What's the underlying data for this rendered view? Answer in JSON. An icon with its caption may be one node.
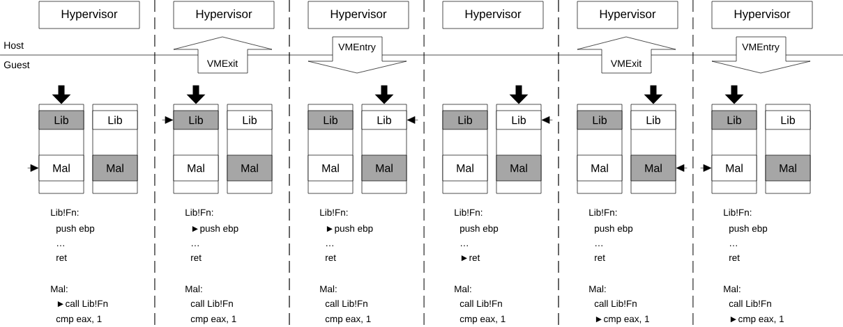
{
  "diagram": {
    "nodes": [
      {
        "text": [
          "Hypervisor"
        ]
      },
      {
        "text": [],
        "shape": "box"
      },
      {
        "text": [
          "Lib"
        ],
        "in": 1
      },
      {
        "text": [
          "Mal"
        ],
        "in": 1
      },
      {
        "text": [],
        "shape": "box"
      },
      {
        "text": [
          "Lib"
        ],
        "in": 4
      },
      {
        "text": [
          "Mal"
        ],
        "in": 4
      },
      {
        "text": [
          "Hypervisor"
        ]
      },
      {
        "text": [
          "VMExit"
        ]
      },
      {
        "text": [],
        "shape": "box"
      },
      {
        "text": [
          "Lib"
        ],
        "in": 9
      },
      {
        "text": [
          "Mal"
        ],
        "in": 9
      },
      {
        "text": [],
        "shape": "box"
      },
      {
        "text": [
          "Lib"
        ],
        "in": 12
      },
      {
        "text": [
          "Mal"
        ],
        "in": 12
      },
      {
        "text": [
          "Hypervisor"
        ]
      },
      {
        "text": [
          "VMEntry"
        ]
      },
      {
        "text": [],
        "shape": "box"
      },
      {
        "text": [
          "Lib"
        ],
        "in": 17
      },
      {
        "text": [
          "Mal"
        ],
        "in": 17
      },
      {
        "text": [],
        "shape": "box"
      },
      {
        "text": [
          "Lib"
        ],
        "in": 20
      },
      {
        "text": [
          "Mal"
        ],
        "in": 20
      },
      {
        "text": [
          "Hypervisor"
        ]
      },
      {
        "text": [],
        "shape": "box"
      },
      {
        "text": [
          "Lib"
        ],
        "in": 24
      },
      {
        "text": [
          "Mal"
        ],
        "in": 24
      },
      {
        "text": [],
        "shape": "box"
      },
      {
        "text": [
          "Lib"
        ],
        "in": 27
      },
      {
        "text": [
          "Mal"
        ],
        "in": 27
      },
      {
        "text": [
          "Hypervisor"
        ]
      },
      {
        "text": [
          "VMExit"
        ]
      },
      {
        "text": [],
        "shape": "box"
      },
      {
        "text": [
          "Lib"
        ],
        "in": 32
      },
      {
        "text": [
          "Mal"
        ],
        "in": 32
      },
      {
        "text": [],
        "shape": "box"
      },
      {
        "text": [
          "Lib"
        ],
        "in": 35
      },
      {
        "text": [
          "Mal"
        ],
        "in": 35
      },
      {
        "text": [
          "Hypervisor"
        ]
      },
      {
        "text": [
          "VMEntry"
        ]
      },
      {
        "text": [],
        "shape": "box"
      },
      {
        "text": [
          "Lib"
        ],
        "in": 40
      },
      {
        "text": [
          "Mal"
        ],
        "in": 40
      },
      {
        "text": [],
        "shape": "box"
      },
      {
        "text": [
          "Lib"
        ],
        "in": 43
      },
      {
        "text": [
          "Mal"
        ],
        "in": 43
      }
    ],
    "edges": [
      {
        "from": null,
        "to": 1,
        "arrow": "to",
        "style": "thick"
      },
      {
        "from": null,
        "to": 3,
        "arrow": "to"
      },
      {
        "from": null,
        "to": 9,
        "arrow": "to",
        "style": "thick"
      },
      {
        "from": null,
        "to": 10,
        "arrow": "to"
      },
      {
        "from": null,
        "to": 20,
        "arrow": "to",
        "style": "thick"
      },
      {
        "from": null,
        "to": 21,
        "arrow": "to"
      },
      {
        "from": null,
        "to": 27,
        "arrow": "to",
        "style": "thick"
      },
      {
        "from": null,
        "to": 28,
        "arrow": "to"
      },
      {
        "from": null,
        "to": 35,
        "arrow": "to",
        "style": "thick"
      },
      {
        "from": null,
        "to": 37,
        "arrow": "to"
      },
      {
        "from": null,
        "to": 40,
        "arrow": "to",
        "style": "thick"
      },
      {
        "from": null,
        "to": 42,
        "arrow": "to"
      }
    ],
    "labels": [
      "Host",
      "Guest",
      "Lib!Fn:",
      "push ebp",
      "…",
      "ret",
      "Mal:",
      "►call Lib!Fn",
      "cmp eax, 1",
      "Lib!Fn:",
      "►push ebp",
      "…",
      "ret",
      "Mal:",
      "call Lib!Fn",
      "cmp eax, 1",
      "Lib!Fn:",
      "►push ebp",
      "…",
      "ret",
      "Mal:",
      "call Lib!Fn",
      "cmp eax, 1",
      "Lib!Fn:",
      "push ebp",
      "…",
      "►ret",
      "Mal:",
      "call Lib!Fn",
      "cmp eax, 1",
      "Lib!Fn:",
      "push ebp",
      "…",
      "ret",
      "Mal:",
      "call Lib!Fn",
      "►cmp eax, 1",
      "Lib!Fn:",
      "push ebp",
      "…",
      "ret",
      "Mal:",
      "call Lib!Fn",
      "►cmp eax, 1"
    ]
  }
}
